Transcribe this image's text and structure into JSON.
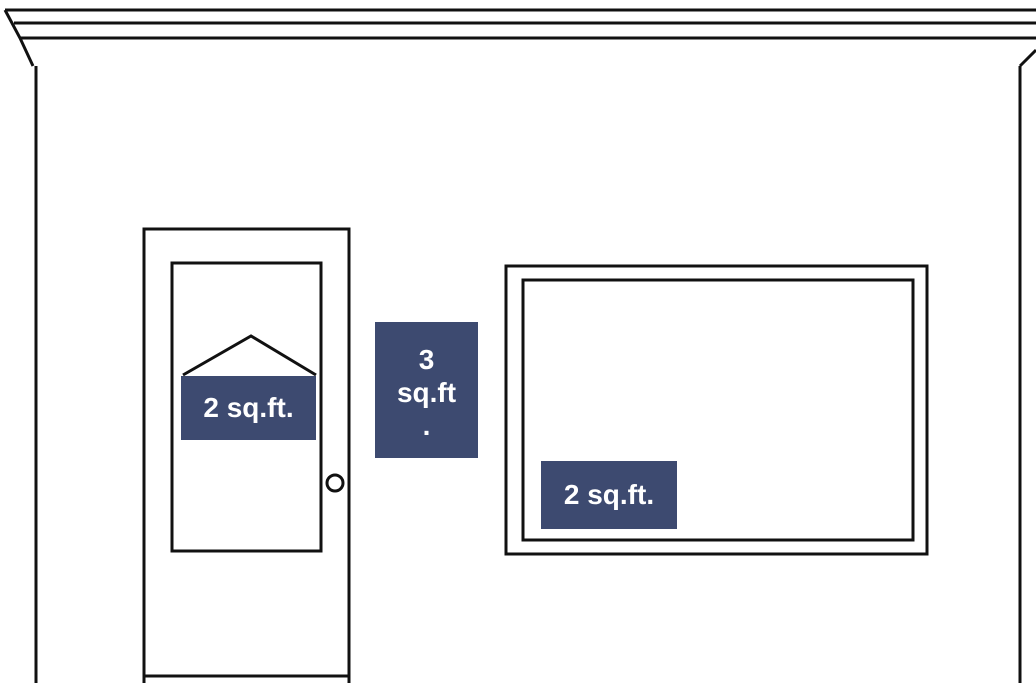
{
  "signs": {
    "door": {
      "text": "2 sq.ft."
    },
    "wall": {
      "line1": "3",
      "line2": "sq.ft",
      "line3": "."
    },
    "window": {
      "text": "2 sq.ft."
    }
  },
  "colors": {
    "sign_background": "#3d4a70",
    "sign_text": "#ffffff",
    "line": "#111111",
    "background": "#ffffff"
  }
}
